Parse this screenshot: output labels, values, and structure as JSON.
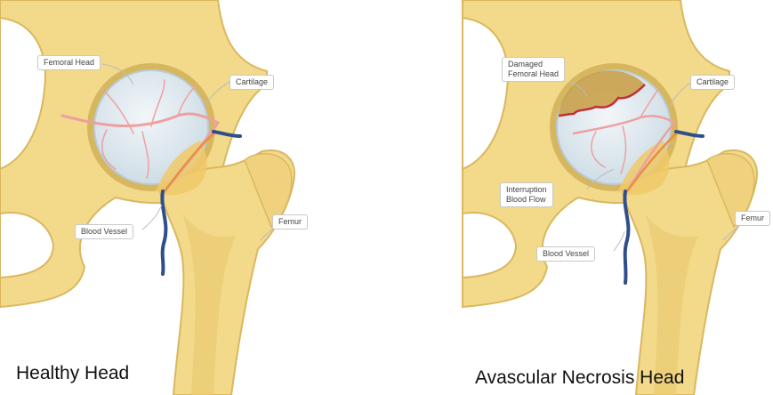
{
  "colors": {
    "bone": "#f3d98a",
    "bone_outline": "#d9b860",
    "socket_shadow": "#c9a84e",
    "cartilage": "#dde8ee",
    "artery": "#eea0a0",
    "vein": "#2f4e8c",
    "orange_vessel": "#e88f40",
    "necrosis": "#c9a14a",
    "damage_line": "#c0303a"
  },
  "left_panel": {
    "caption": "Healthy Head",
    "labels": {
      "femoral_head": "Femoral Head",
      "cartilage": "Cartilage",
      "blood_vessel": "Blood Vessel",
      "femur": "Femur"
    }
  },
  "right_panel": {
    "caption": "Avascular Necrosis Head",
    "labels": {
      "damaged_head": "Damaged\nFemoral Head",
      "cartilage": "Cartilage",
      "interruption": "Interruption\nBlood Flow",
      "blood_vessel": "Blood Vessel",
      "femur": "Femur"
    }
  }
}
